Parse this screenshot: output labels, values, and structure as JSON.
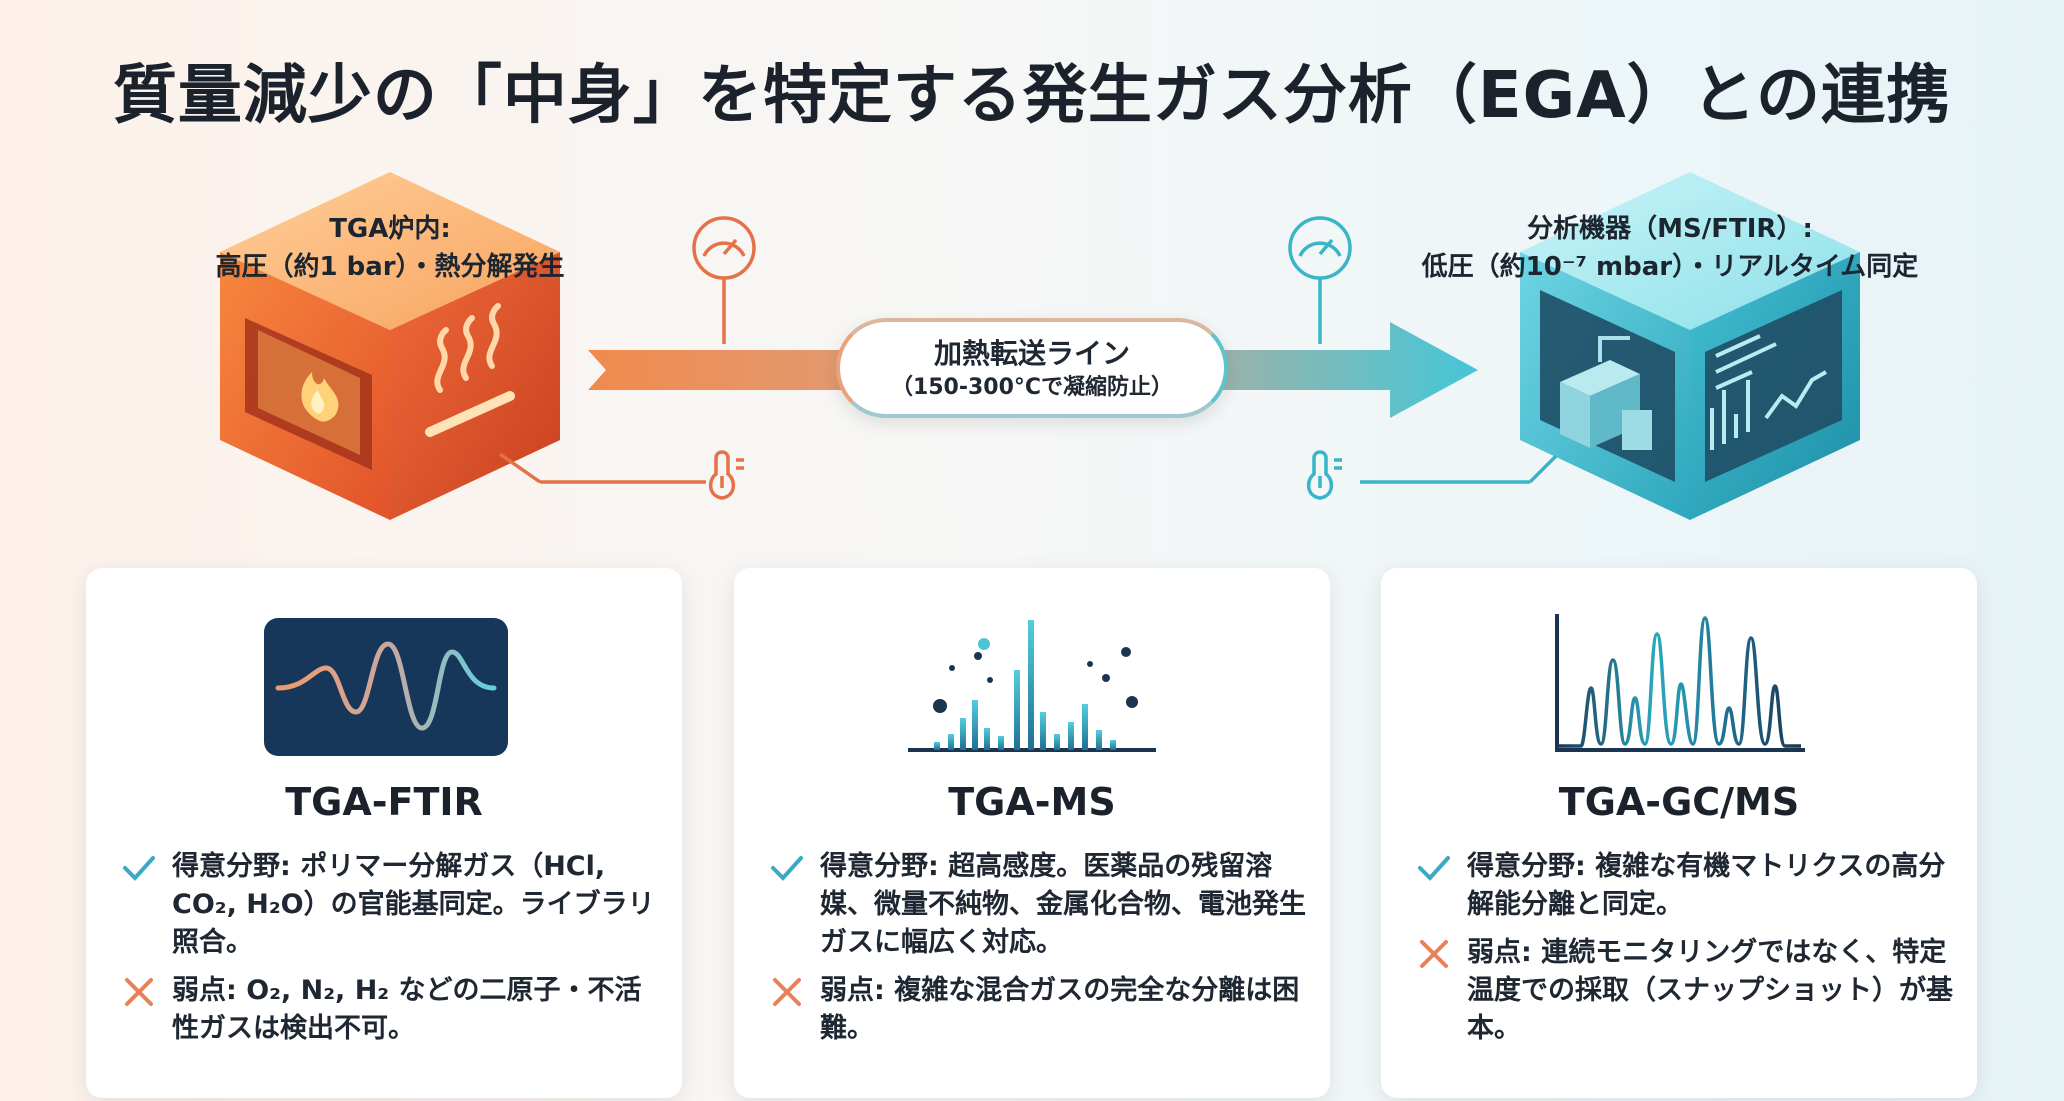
{
  "title": "質量減少の「中身」を特定する発生ガス分析（EGA）との連携",
  "flow": {
    "tga_chamber": {
      "line1": "TGA炉内:",
      "line2": "高圧（約1 bar）・熱分解発生",
      "color": "#f27a3c"
    },
    "transfer_line": {
      "title": "加熱転送ライン",
      "subtitle": "（150-300°Cで凝縮防止）"
    },
    "analyzer": {
      "line1": "分析機器（MS/FTIR）:",
      "line2": "低圧（約10⁻⁷ mbar）・リアルタイム同定",
      "color": "#4cc3d3"
    },
    "icons": [
      "gauge-icon",
      "thermometer-icon",
      "flame-icon",
      "heat-waves-icon",
      "instrument-icon",
      "bar-chart-icon"
    ]
  },
  "cards": [
    {
      "name": "TGA-FTIR",
      "icon": "waveform-icon",
      "pro": "得意分野: ポリマー分解ガス（HCl, CO₂, H₂O）の官能基同定。ライブラリ照合。",
      "con": "弱点: O₂, N₂, H₂ などの二原子・不活性ガスは検出不可。"
    },
    {
      "name": "TGA-MS",
      "icon": "mass-spectrum-icon",
      "pro": "得意分野: 超高感度。医薬品の残留溶媒、微量不純物、金属化合物、電池発生ガスに幅広く対応。",
      "con": "弱点: 複雑な混合ガスの完全な分離は困難。"
    },
    {
      "name": "TGA-GC/MS",
      "icon": "chromatogram-icon",
      "pro": "得意分野: 複雑な有機マトリクスの高分解能分離と同定。",
      "con": "弱点: 連続モニタリングではなく、特定温度での採取（スナップショット）が基本。"
    }
  ],
  "colors": {
    "check": "#3aa9c2",
    "cross": "#e8805a",
    "dark": "#1b222c"
  }
}
